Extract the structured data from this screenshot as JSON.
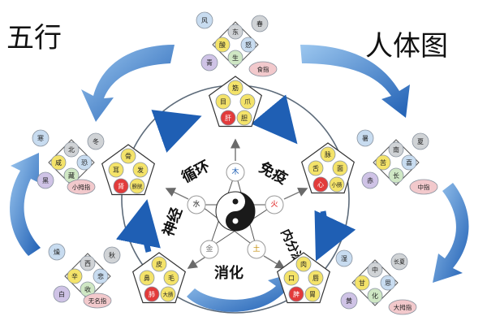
{
  "titles": {
    "left": "五行",
    "right": "人体图"
  },
  "ring_words": {
    "top_left": "循环",
    "top_right": "免疫",
    "right": "内分泌",
    "bottom": "消化",
    "left": "神经"
  },
  "center": {
    "wood": "木",
    "fire": "火",
    "earth": "土",
    "metal": "金",
    "water": "水"
  },
  "pentagons": {
    "wood": {
      "yang": "筋",
      "a": "目",
      "b": "爪",
      "c": "肝",
      "d": "胆"
    },
    "fire": {
      "yang": "脉",
      "a": "舌",
      "b": "面",
      "c": "心",
      "d": "小肠"
    },
    "earth": {
      "yang": "肉",
      "a": "口",
      "b": "唇",
      "c": "脾",
      "d": "胃"
    },
    "metal": {
      "yang": "皮",
      "a": "鼻",
      "b": "毛",
      "c": "肺",
      "d": "大肠"
    },
    "water": {
      "yang": "骨",
      "a": "耳",
      "b": "发",
      "c": "肾",
      "d": "膀胱"
    }
  },
  "attrs": {
    "wood": {
      "climate": "风",
      "dir": "东",
      "season": "春",
      "taste": "酸",
      "emotion": "怒",
      "transform": "生",
      "color": "青",
      "finger": "食指"
    },
    "fire": {
      "climate": "暑",
      "dir": "南",
      "season": "夏",
      "taste": "苦",
      "emotion": "喜",
      "transform": "长",
      "color": "赤",
      "finger": "中指"
    },
    "earth": {
      "climate": "湿",
      "dir": "中",
      "season": "长夏",
      "taste": "甘",
      "emotion": "思",
      "transform": "化",
      "color": "黄",
      "finger": "大拇指"
    },
    "metal": {
      "climate": "燥",
      "dir": "西",
      "season": "秋",
      "taste": "辛",
      "emotion": "悲",
      "transform": "收",
      "color": "白",
      "finger": "无名指"
    },
    "water": {
      "climate": "寒",
      "dir": "北",
      "season": "冬",
      "taste": "咸",
      "emotion": "恐",
      "transform": "藏",
      "color": "黑",
      "finger": "小拇指"
    }
  },
  "palette": {
    "circle_blue": "#c8dcf0",
    "circle_yellow": "#f4e36a",
    "circle_red": "#e23b3b",
    "circle_pink": "#f2c9cc",
    "circle_grey": "#d0d3d6",
    "circle_purple": "#cfc3e6",
    "circle_green": "#cfe7c4",
    "arrow_blue": "#1f5fb4"
  }
}
